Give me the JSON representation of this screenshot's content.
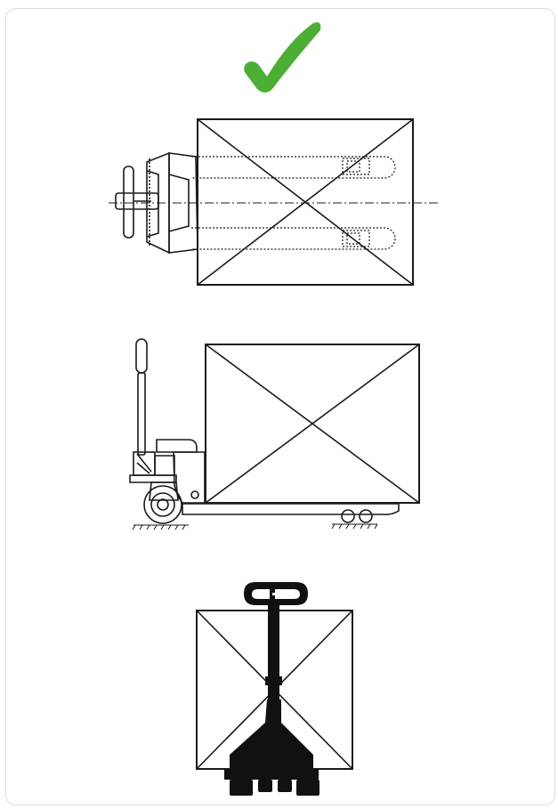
{
  "card": {
    "status_icon": "checkmark-icon",
    "status_color": "#4cae35"
  },
  "diagram": {
    "subject": "pallet-jack-with-load",
    "views": [
      "top-view",
      "side-view",
      "front-view"
    ]
  }
}
